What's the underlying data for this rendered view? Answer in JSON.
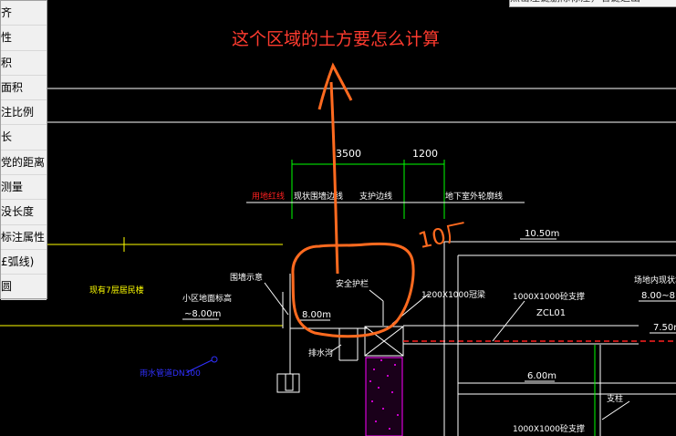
{
  "question": "这个区域的土方要怎么计算",
  "menu": {
    "items": [
      {
        "label": "齐"
      },
      {
        "label": "性"
      },
      {
        "label": "积"
      },
      {
        "label": "面积"
      },
      {
        "label": "注比例"
      },
      {
        "label": "长"
      },
      {
        "label": "党的距离"
      },
      {
        "label": "测量"
      },
      {
        "label": "没长度"
      },
      {
        "label": "标注属性"
      },
      {
        "label": "£弧线)"
      },
      {
        "label": "圆"
      }
    ]
  },
  "status_hint": "点击左键删除标注，右键退出",
  "drawing": {
    "dim_3500": "3500",
    "dim_1200": "1200",
    "label_property_line": "用地红线",
    "label_retaining_wall": "现状围墙边线",
    "label_support_line": "支护边线",
    "label_basement_outer": "地下室外轮廓线",
    "handwritten_note": "10厂",
    "elev_1050": "10.50m",
    "label_existing_building": "现有7层居民楼",
    "label_fence_wall": "围墙示意",
    "label_community_ground": "小区地面标高",
    "elev_800_left": "~8.00m",
    "label_safety_rail": "安全护栏",
    "elev_800_mid": "8.00m",
    "label_crown_beam": "1200X1000冠梁",
    "label_support_beam_1": "1000X1000砼支撑",
    "label_zcl": "ZCL01",
    "label_site_ground": "场地内现状地面",
    "elev_800_right": "8.00~8",
    "elev_750": "7.50m",
    "label_drain_ditch": "排水沟",
    "elev_600": "6.00m",
    "label_drain_pipe": "雨水管道DN300",
    "label_support_column": "支柱",
    "label_support_beam_2": "1000X1000砼支撑"
  },
  "colors": {
    "background": "#000000",
    "cad_white": "#ffffff",
    "cad_green": "#00ff00",
    "cad_red": "#ff2020",
    "cad_yellow": "#ffff00",
    "cad_magenta": "#ff00ff",
    "cad_blue": "#3030ff",
    "annotation_orange": "#ff6a1f"
  }
}
